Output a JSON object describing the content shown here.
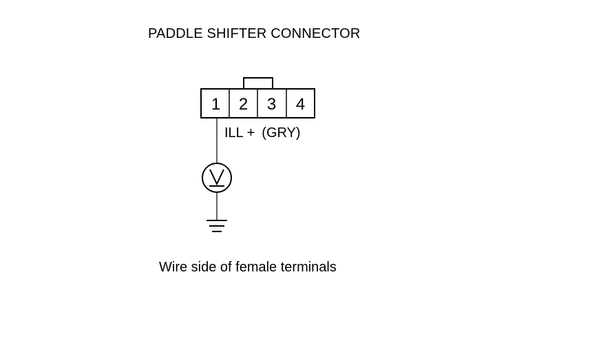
{
  "title": "PADDLE SHIFTER CONNECTOR",
  "connector": {
    "pins": [
      "1",
      "2",
      "3",
      "4"
    ]
  },
  "wire": {
    "signal": "ILL +",
    "color_code": "(GRY)"
  },
  "meter_symbol": "V",
  "caption": "Wire side of female terminals"
}
